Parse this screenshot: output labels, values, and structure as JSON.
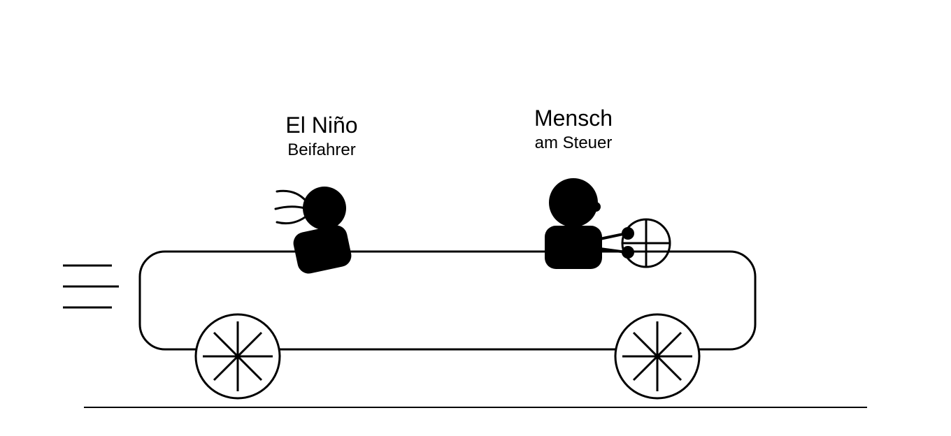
{
  "colors": {
    "ink": "#000000",
    "background": "#ffffff"
  },
  "passenger": {
    "title": "El Niño",
    "subtitle": "Beifahrer"
  },
  "driver": {
    "title": "Mensch",
    "subtitle": "am Steuer"
  },
  "icons": [
    "car-icon",
    "wheel-icon",
    "steering-wheel-icon",
    "motion-lines-icon",
    "person-icon"
  ]
}
